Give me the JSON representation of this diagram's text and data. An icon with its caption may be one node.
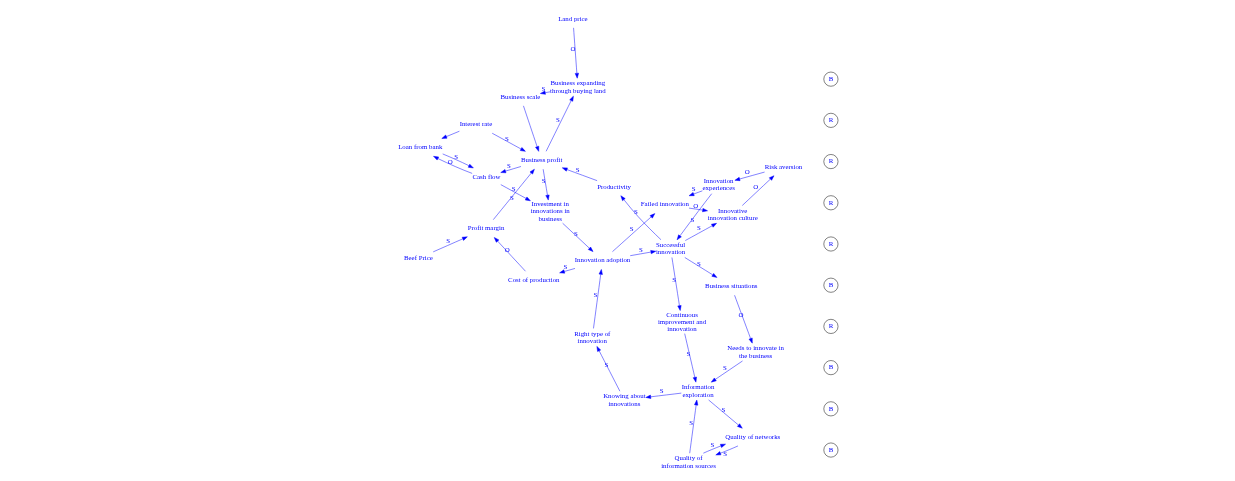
{
  "diagram": {
    "nodes": [
      {
        "text": [
          "Loan from bank"
        ]
      },
      {
        "text": [
          "Investment in innovations in business"
        ]
      },
      {
        "text": [
          "Innovation adoption"
        ]
      },
      {
        "text": [
          "Right type of innovation"
        ]
      },
      {
        "text": [
          "Knowing about innovations"
        ]
      },
      {
        "text": [
          "Quality of information sources"
        ]
      },
      {
        "text": [
          "Cash flow"
        ]
      },
      {
        "text": [
          "Cost of production"
        ]
      },
      {
        "text": [
          "Failed innovation"
        ]
      },
      {
        "text": [
          "Interest rate"
        ]
      },
      {
        "text": [
          "Business profit"
        ]
      },
      {
        "text": [
          "Profit margin"
        ]
      },
      {
        "text": [
          "Innovation experiences"
        ]
      },
      {
        "text": [
          "Risk aversion"
        ]
      },
      {
        "text": [
          "Quality of networks"
        ]
      },
      {
        "text": [
          "Information exploration"
        ]
      },
      {
        "text": [
          "Business scale"
        ]
      },
      {
        "text": [
          "Beef Price"
        ]
      },
      {
        "text": [
          "Innovative innovation culture"
        ]
      },
      {
        "text": [
          "Continuous improvement and innovation"
        ]
      },
      {
        "text": [
          "Successful innovation"
        ]
      },
      {
        "text": [
          "Productivity"
        ]
      },
      {
        "text": [
          "Needs to innovate in the business"
        ]
      },
      {
        "text": [
          "Business expanding through buying land"
        ]
      },
      {
        "text": [
          "Land price"
        ]
      },
      {
        "text": [
          "Business situations"
        ]
      }
    ],
    "edges": [
      {
        "from": 9,
        "to": 0,
        "arrow": "to"
      },
      {
        "from": 0,
        "to": 6,
        "arrow": "to",
        "label": "S"
      },
      {
        "from": 6,
        "to": 0,
        "arrow": "to",
        "label": "O"
      },
      {
        "from": 6,
        "to": 1,
        "arrow": "to",
        "label": "S"
      },
      {
        "from": 10,
        "to": 1,
        "arrow": "to",
        "label": "S"
      },
      {
        "from": 10,
        "to": 6,
        "arrow": "to",
        "label": "S"
      },
      {
        "from": 9,
        "to": 10,
        "arrow": "to",
        "label": "S"
      },
      {
        "from": 16,
        "to": 10,
        "arrow": "to"
      },
      {
        "from": 11,
        "to": 10,
        "arrow": "to",
        "label": "S"
      },
      {
        "from": 21,
        "to": 10,
        "arrow": "to",
        "label": "S"
      },
      {
        "from": 10,
        "to": 23,
        "arrow": "to",
        "label": "S"
      },
      {
        "from": 23,
        "to": 16,
        "arrow": "to",
        "label": "S"
      },
      {
        "from": 24,
        "to": 23,
        "arrow": "to",
        "label": "O"
      },
      {
        "from": 17,
        "to": 11,
        "arrow": "to",
        "label": "S"
      },
      {
        "from": 1,
        "to": 2,
        "arrow": "to",
        "label": "S"
      },
      {
        "from": 2,
        "to": 7,
        "arrow": "to",
        "label": "S"
      },
      {
        "from": 7,
        "to": 11,
        "arrow": "to",
        "label": "O"
      },
      {
        "from": 2,
        "to": 20,
        "arrow": "to",
        "label": "S"
      },
      {
        "from": 2,
        "to": 8,
        "arrow": "to",
        "label": "S"
      },
      {
        "from": 3,
        "to": 2,
        "arrow": "to",
        "label": "S"
      },
      {
        "from": 4,
        "to": 3,
        "arrow": "to",
        "label": "S"
      },
      {
        "from": 12,
        "to": 8,
        "arrow": "to",
        "label": "S"
      },
      {
        "from": 12,
        "to": 20,
        "arrow": "to",
        "label": "S"
      },
      {
        "from": 13,
        "to": 12,
        "arrow": "to",
        "label": "O"
      },
      {
        "from": 18,
        "to": 13,
        "arrow": "to",
        "label": "O"
      },
      {
        "from": 8,
        "to": 18,
        "arrow": "to",
        "label": "O"
      },
      {
        "from": 20,
        "to": 18,
        "arrow": "to",
        "label": "S"
      },
      {
        "from": 20,
        "to": 21,
        "arrow": "to",
        "label": "S"
      },
      {
        "from": 20,
        "to": 19,
        "arrow": "to",
        "label": "S"
      },
      {
        "from": 20,
        "to": 25,
        "arrow": "to",
        "label": "S"
      },
      {
        "from": 25,
        "to": 22,
        "arrow": "to",
        "label": "O"
      },
      {
        "from": 22,
        "to": 15,
        "arrow": "to",
        "label": "S"
      },
      {
        "from": 19,
        "to": 15,
        "arrow": "to",
        "label": "S"
      },
      {
        "from": 15,
        "to": 4,
        "arrow": "to",
        "label": "S"
      },
      {
        "from": 15,
        "to": 14,
        "arrow": "to",
        "label": "S"
      },
      {
        "from": 5,
        "to": 15,
        "arrow": "to",
        "label": "S"
      },
      {
        "from": 5,
        "to": 14,
        "arrow": "to",
        "label": "S"
      },
      {
        "from": 14,
        "to": 5,
        "arrow": "to",
        "label": "S"
      }
    ],
    "labels": [
      "B",
      "B",
      "B",
      "R",
      "B",
      "R",
      "R",
      "R",
      "R",
      "B"
    ]
  }
}
